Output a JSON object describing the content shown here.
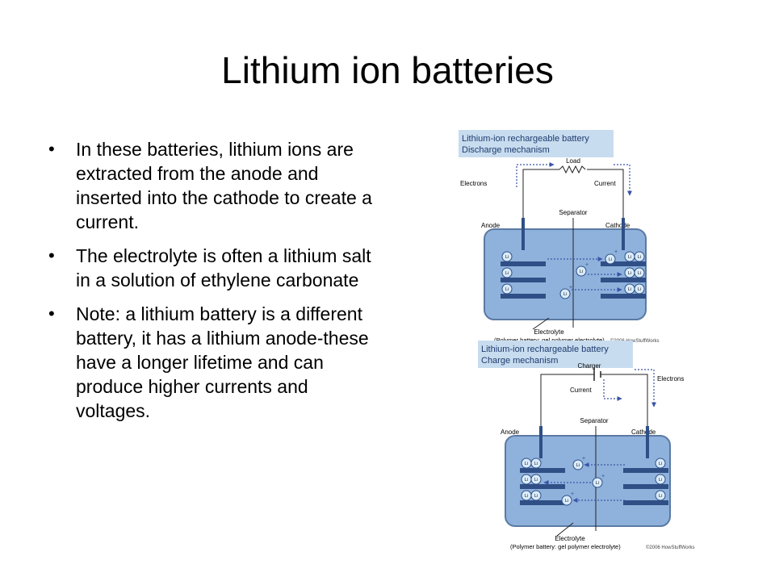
{
  "slide": {
    "title": "Lithium ion batteries",
    "bullets": [
      "In these batteries, lithium ions are extracted from the anode and inserted into the cathode to create a current.",
      "The electrolyte is often a lithium salt in a solution of ethylene carbonate",
      "Note: a lithium battery is a different battery, it has a lithium anode-these have a longer lifetime and can produce higher currents and voltages."
    ]
  },
  "figure": {
    "discharge": {
      "title_line1": "Lithium-ion rechargeable battery",
      "title_line2": "Discharge mechanism",
      "load": "Load",
      "electrons": "Electrons",
      "current": "Current",
      "separator": "Separator",
      "anode": "Anode",
      "cathode": "Cathode",
      "electrolyte": "Electrolyte",
      "polymer_note": "(Polymer battery: gel polymer electrolyte)",
      "copyright": "©2006 HowStuffWorks"
    },
    "charge": {
      "title_line1": "Lithium-ion rechargeable battery",
      "title_line2": "Charge mechanism",
      "charger": "Charger",
      "electrons": "Electrons",
      "current": "Current",
      "separator": "Separator",
      "anode": "Anode",
      "cathode": "Cathode",
      "electrolyte": "Electrolyte",
      "polymer_note": "(Polymer battery: gel polymer electrolyte)",
      "copyright": "©2006 HowStuffWorks"
    },
    "ion_label": "Li",
    "plus_sign": "+",
    "colors": {
      "title_band": "#c8dcef",
      "electrolyte_fill": "#8fb2dc",
      "electrolyte_border": "#5b7aa3",
      "plate": "#2f4f86",
      "arrow": "#3a55a8",
      "ion": "#d9ebfb"
    }
  }
}
